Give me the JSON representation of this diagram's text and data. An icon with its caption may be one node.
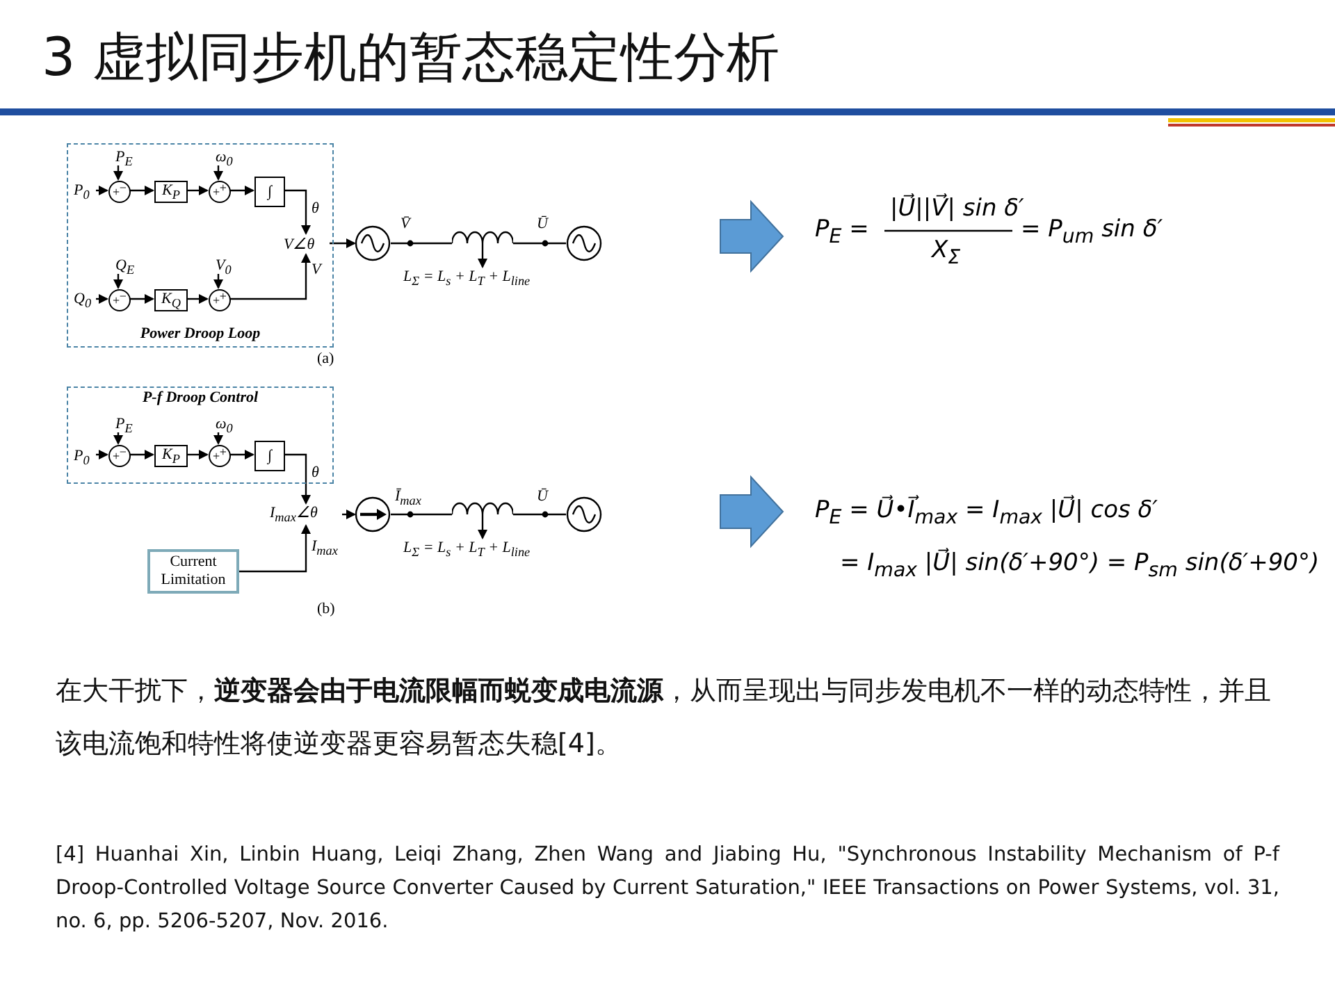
{
  "diagram": {
    "title": "3 虚拟同步机的暂态稳定性分析",
    "nodes": [
      {
        "text": [
          "Power Droop Loop"
        ]
      },
      {
        "text": [
          "P$_{0}$"
        ],
        "in": 0
      },
      {
        "text": [
          "P$_{E}$"
        ],
        "in": 0
      },
      {
        "text": [
          "+",
          "−"
        ],
        "in": 0
      },
      {
        "text": [
          "K$_{P}$"
        ],
        "in": 0
      },
      {
        "text": [
          "ω$_{0}$"
        ],
        "in": 0
      },
      {
        "text": [
          "+",
          "+"
        ],
        "in": 0
      },
      {
        "text": [
          "∫"
        ],
        "in": 0
      },
      {
        "text": [
          "Q$_{0}$"
        ],
        "in": 0
      },
      {
        "text": [
          "Q$_{E}$"
        ],
        "in": 0
      },
      {
        "text": [
          "+",
          "−"
        ],
        "in": 0
      },
      {
        "text": [
          "K$_{Q}$"
        ],
        "in": 0
      },
      {
        "text": [
          "V$_{0}$"
        ],
        "in": 0
      },
      {
        "text": [
          "+",
          "+"
        ],
        "in": 0
      },
      {
        "text": [
          "V∠θ"
        ],
        "in": 0
      },
      {
        "text": [],
        "shape": "circle"
      },
      {
        "text": [],
        "shape": "coil"
      },
      {
        "text": [],
        "shape": "circle"
      },
      {
        "text": [
          "L$_{Σ}$ = L$_{s}$ + L$_{T}$ + L$_{line}$"
        ]
      },
      {
        "text": [
          "P-f Droop Control"
        ]
      },
      {
        "text": [
          "P$_{0}$"
        ],
        "in": 19
      },
      {
        "text": [
          "P$_{E}$"
        ],
        "in": 19
      },
      {
        "text": [
          "+",
          "−"
        ],
        "in": 19
      },
      {
        "text": [
          "K$_{P}$"
        ],
        "in": 19
      },
      {
        "text": [
          "ω$_{0}$"
        ],
        "in": 19
      },
      {
        "text": [
          "+",
          "+"
        ],
        "in": 19
      },
      {
        "text": [
          "∫"
        ],
        "in": 19
      },
      {
        "text": [
          "I$_{max}$∠θ"
        ]
      },
      {
        "text": [
          "Current Limitation"
        ]
      },
      {
        "text": [],
        "shape": "circle"
      },
      {
        "text": [],
        "shape": "coil"
      },
      {
        "text": [],
        "shape": "circle"
      },
      {
        "text": [
          "L$_{Σ}$ = L$_{s}$ + L$_{T}$ + L$_{line}$"
        ]
      }
    ],
    "edges": [
      {
        "from": 1,
        "to": 3,
        "arrow": "to"
      },
      {
        "from": 2,
        "to": 3,
        "arrow": "to"
      },
      {
        "from": 3,
        "to": 4,
        "arrow": "to"
      },
      {
        "from": 4,
        "to": 6,
        "arrow": "to"
      },
      {
        "from": 5,
        "to": 6,
        "arrow": "to"
      },
      {
        "from": 6,
        "to": 7,
        "arrow": "to"
      },
      {
        "from": 7,
        "to": 14,
        "arrow": "to",
        "label": "θ"
      },
      {
        "from": 8,
        "to": 10,
        "arrow": "to"
      },
      {
        "from": 9,
        "to": 10,
        "arrow": "to"
      },
      {
        "from": 10,
        "to": 11,
        "arrow": "to"
      },
      {
        "from": 11,
        "to": 13,
        "arrow": "to"
      },
      {
        "from": 12,
        "to": 13,
        "arrow": "to"
      },
      {
        "from": 13,
        "to": 14,
        "arrow": "to",
        "label": "V"
      },
      {
        "from": 14,
        "to": 15,
        "arrow": "to"
      },
      {
        "from": 15,
        "to": 16,
        "arrow": "none"
      },
      {
        "from": 16,
        "to": 17,
        "arrow": "none"
      },
      {
        "from": 16,
        "to": 18,
        "arrow": "to"
      },
      {
        "from": 20,
        "to": 22,
        "arrow": "to"
      },
      {
        "from": 21,
        "to": 22,
        "arrow": "to"
      },
      {
        "from": 22,
        "to": 23,
        "arrow": "to"
      },
      {
        "from": 23,
        "to": 25,
        "arrow": "to"
      },
      {
        "from": 24,
        "to": 25,
        "arrow": "to"
      },
      {
        "from": 25,
        "to": 26,
        "arrow": "to"
      },
      {
        "from": 26,
        "to": 27,
        "arrow": "to",
        "label": "θ"
      },
      {
        "from": 28,
        "to": 27,
        "arrow": "to",
        "label": "I$_{max}$"
      },
      {
        "from": 27,
        "to": 29,
        "arrow": "to"
      },
      {
        "from": 29,
        "to": 30,
        "arrow": "none"
      },
      {
        "from": 30,
        "to": 31,
        "arrow": "none"
      },
      {
        "from": 30,
        "to": 32,
        "arrow": "to"
      }
    ],
    "labels": [
      "V̄",
      "Ū",
      "(a)",
      "Ī$_{max}$",
      "Ū",
      "(b)",
      "P$_{E}$ =",
      "|U⃗||V⃗| sin δ′",
      "X$_{Σ}$",
      "= P$_{um}$ sin δ′",
      "P$_{E}$ = U⃗•I⃗$_{max}$ = I$_{max}$ |U⃗| cos δ′",
      "= I$_{max}$ |U⃗| sin(δ′+90°) = P$_{sm}$ sin(δ′+90°)",
      "在大干扰下，**逆变器会由于电流限幅而蜕变成电流源**，从而呈现出与同步发电机不一样的动态特性，并且该电流饱和特性将使逆变器更容易暂态失稳[4]。",
      "[4] Huanhai Xin, Linbin Huang, Leiqi Zhang, Zhen Wang and Jiabing Hu, \"Synchronous Instability Mechanism of P-f Droop-Controlled Voltage Source Converter Caused by Current Saturation,\" IEEE Transactions on Power Systems, vol. 31, no. 6, pp. 5206-5207, Nov. 2016."
    ]
  }
}
